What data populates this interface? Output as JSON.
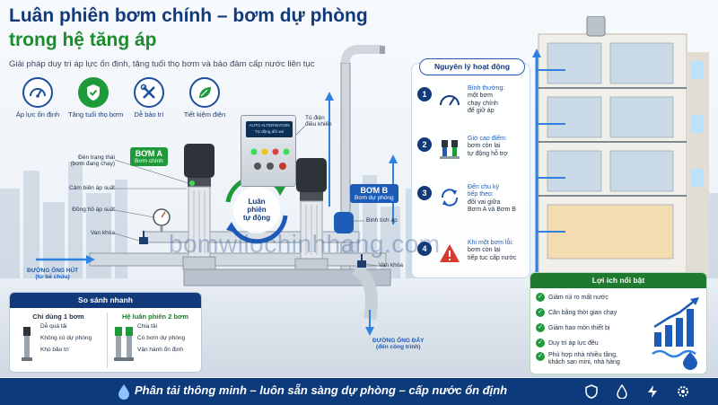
{
  "header": {
    "title_line1": "Luân phiên bơm chính – bơm dự phòng",
    "title_line2": "trong hệ tăng áp",
    "subtitle": "Giải pháp duy trì áp lực ổn định, tăng tuổi thọ bơm và bảo đảm cấp nước liên tục"
  },
  "features": [
    {
      "label": "Áp lực ổn định",
      "icon": "gauge-icon"
    },
    {
      "label": "Tăng tuổi thọ bơm",
      "icon": "shield-check-icon"
    },
    {
      "label": "Dễ bảo trì",
      "icon": "tools-icon"
    },
    {
      "label": "Tiết kiệm điện",
      "icon": "eco-plug-icon"
    }
  ],
  "diagram": {
    "panel_title": "AUTO ALTERNATION",
    "panel_sub": "Tự động đổi vai",
    "panel_label": "Tủ điện\nđiều khiển",
    "pump_a_title": "BƠM A",
    "pump_a_sub": "Bơm chính",
    "pump_b_title": "BƠM B",
    "pump_b_sub": "Bơm dự phòng",
    "center_label": "Luân\nphiên\ntự động",
    "callout_lamp": "Đèn trạng thái\n(bơm đang chạy)",
    "callout_sensor": "Cảm biến áp suất",
    "callout_gauge": "Đồng hồ áp suất",
    "callout_valve_left": "Van khóa",
    "callout_tank": "Bình tích áp",
    "callout_valve_right": "Van khóa",
    "inlet_label": "ĐƯỜNG ỐNG HÚT\n(từ bể chứa)",
    "outlet_label": "ĐƯỜNG ỐNG ĐẨY\n(đến công trình)"
  },
  "watermark": "bomwilochinhhang.com",
  "steps": {
    "header": "Nguyên lý hoạt động",
    "items": [
      {
        "num": "1",
        "title": "Bình thường:",
        "text": "một bơm\nchạy chính\nđể giữ áp"
      },
      {
        "num": "2",
        "title": "Giờ cao điểm:",
        "text": "bơm còn lại\ntự động hỗ trợ"
      },
      {
        "num": "3",
        "title": "Đến chu kỳ\ntiếp theo:",
        "text": "đổi vai giữa\nBơm A và Bơm B"
      },
      {
        "num": "4",
        "title": "Khi một bơm lỗi:",
        "text": "bơm còn lại\ntiếp tục cấp nước"
      }
    ]
  },
  "compare": {
    "title": "So sánh nhanh",
    "left_header": "Chỉ dùng 1 bơm",
    "left_items": [
      "Dễ quá tải",
      "Không có dự phòng",
      "Khó bảo trì"
    ],
    "right_header": "Hệ luân phiên 2 bơm",
    "right_items": [
      "Chia tải",
      "Có bơm dự phòng",
      "Vận hành ổn định"
    ]
  },
  "benefits": {
    "title": "Lợi ích nổi bật",
    "items": [
      "Giảm rủi ro mất nước",
      "Cân bằng thời gian chạy",
      "Giảm hao mòn thiết bị",
      "Duy trì áp lực đều",
      "Phù hợp nhà nhiều tầng,\nkhách sạn mini, nhà hàng"
    ]
  },
  "footer": {
    "tagline": "Phân tải thông minh – luôn sẵn sàng dự phòng – cấp nước ổn định",
    "icons": [
      "shield-icon",
      "water-drop-icon",
      "lightning-icon",
      "settings-icon"
    ]
  },
  "colors": {
    "navy": "#123a7a",
    "green": "#1f9a3b",
    "blue": "#1d5bb8",
    "footer": "#0d3a7a"
  }
}
